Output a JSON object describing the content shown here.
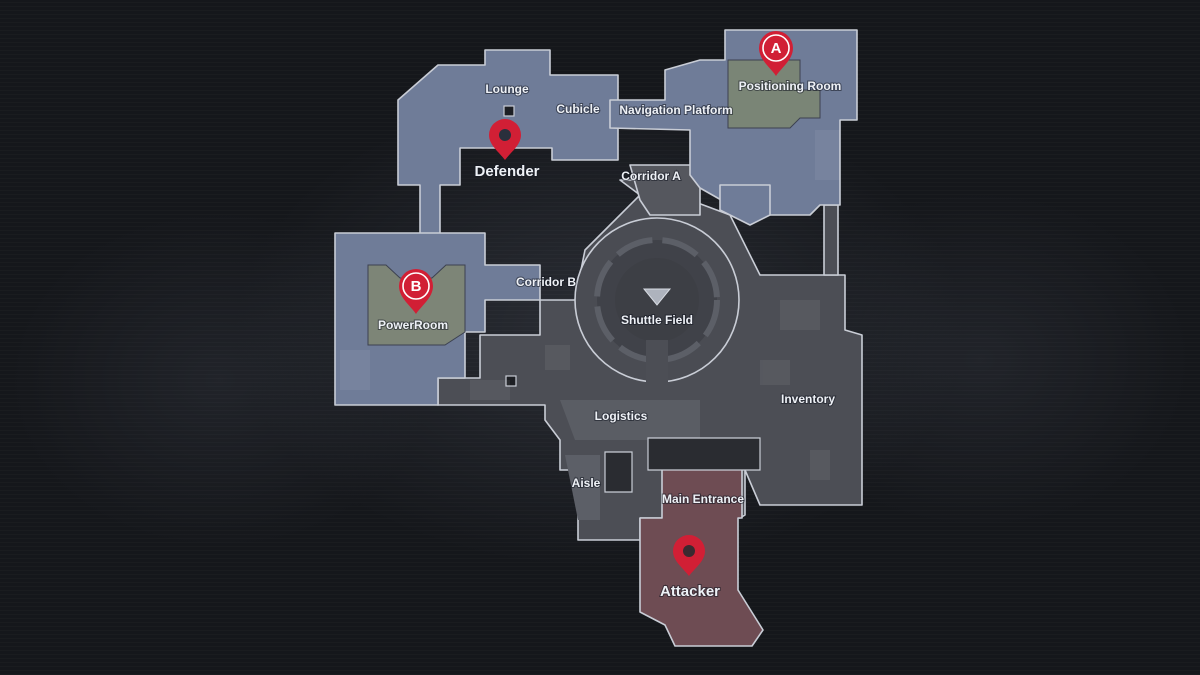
{
  "map": {
    "colors": {
      "defender_zone": "#6f7c98",
      "neutral_zone": "#4c4e55",
      "attacker_zone": "#6e4c53",
      "site_zone": "#7a8576",
      "pin_red": "#d11f35",
      "outline": "#c9cdd6"
    },
    "rooms": [
      {
        "id": "lounge",
        "label": "Lounge"
      },
      {
        "id": "cubicle",
        "label": "Cubicle"
      },
      {
        "id": "navigation-platform",
        "label": "Navigation Platform"
      },
      {
        "id": "positioning-room",
        "label": "Positioning Room"
      },
      {
        "id": "corridor-a",
        "label": "Corridor A"
      },
      {
        "id": "corridor-b",
        "label": "Corridor B"
      },
      {
        "id": "powerroom",
        "label": "PowerRoom"
      },
      {
        "id": "shuttle-field",
        "label": "Shuttle Field"
      },
      {
        "id": "logistics",
        "label": "Logistics"
      },
      {
        "id": "inventory",
        "label": "Inventory"
      },
      {
        "id": "aisle",
        "label": "Aisle"
      },
      {
        "id": "main-entrance",
        "label": "Main Entrance"
      }
    ],
    "spawns": [
      {
        "id": "defender",
        "label": "Defender",
        "icon": "location-pin-icon"
      },
      {
        "id": "attacker",
        "label": "Attacker",
        "icon": "location-pin-icon"
      }
    ],
    "sites": [
      {
        "id": "site-a",
        "letter": "A",
        "icon": "site-marker-icon"
      },
      {
        "id": "site-b",
        "letter": "B",
        "icon": "site-marker-icon"
      }
    ]
  }
}
